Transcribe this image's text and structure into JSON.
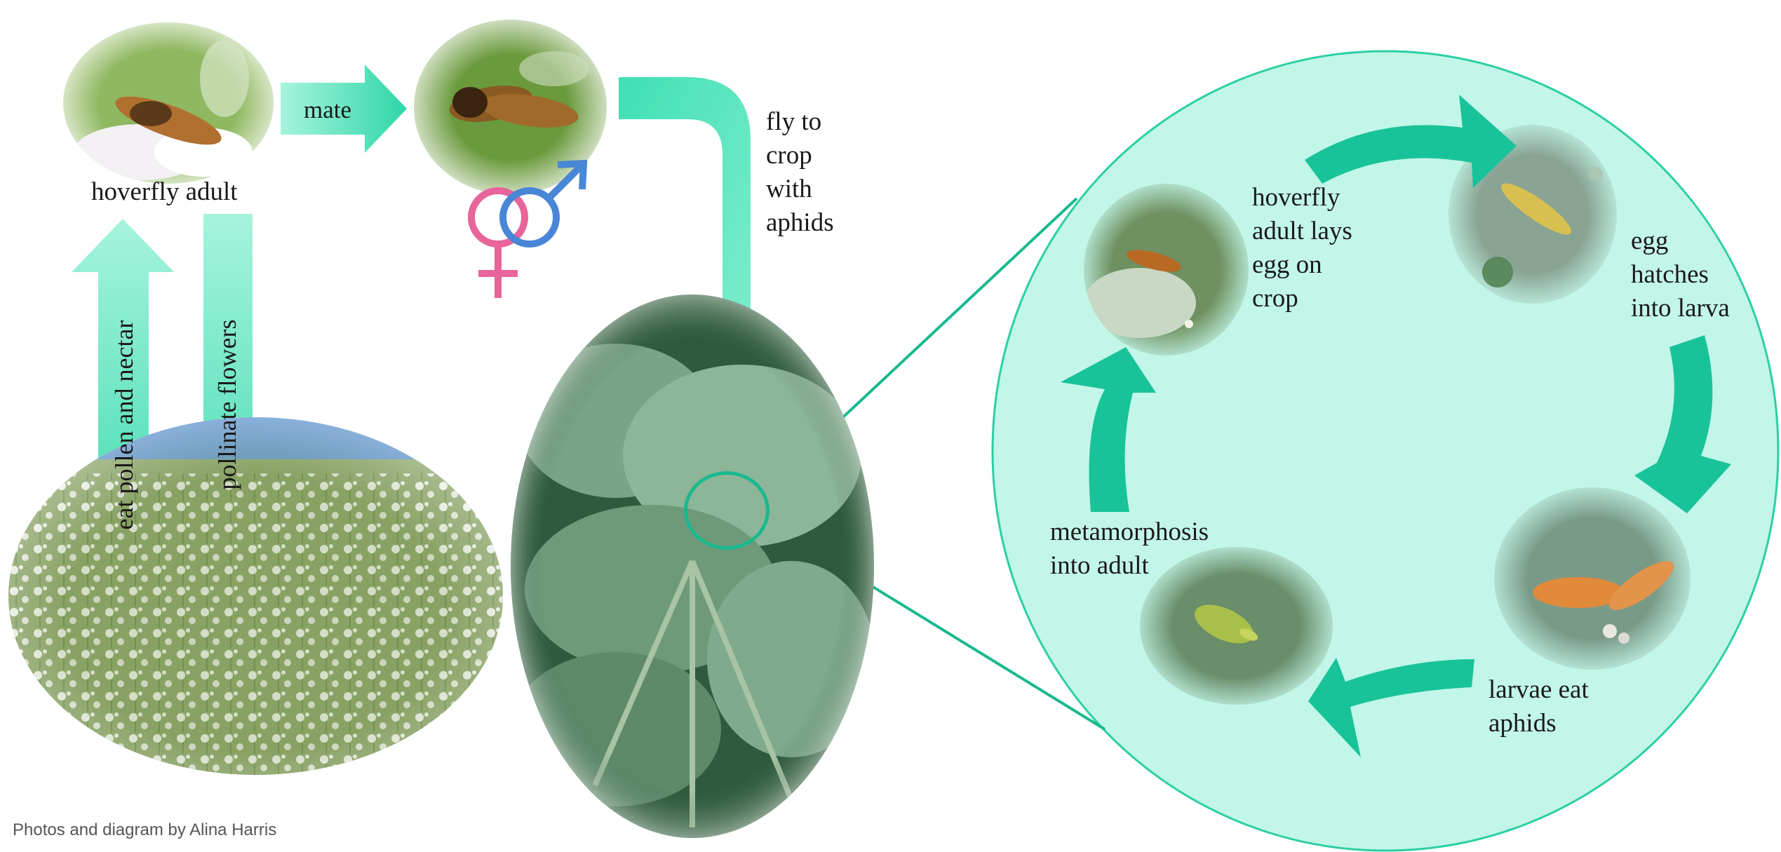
{
  "adult_label": "hoverfly adult",
  "mate_label": "mate",
  "fly_label": "fly to\ncrop\nwith\naphids",
  "eat_label": "eat pollen and nectar",
  "pollinate_label": "pollinate flowers",
  "cycle": {
    "lays_label": "hoverfly\nadult lays\negg on\ncrop",
    "hatch_label": "egg\nhatches\ninto larva",
    "larvae_label": "larvae eat\naphids",
    "meta_label": "metamorphosis\ninto adult"
  },
  "credit": "Photos and diagram by Alina Harris",
  "colors": {
    "arrow_gradient_light": "#a6f4dc",
    "arrow_gradient_dark": "#2fd6a8",
    "cycle_arrow": "#19c39a",
    "cycle_circle_fill": "#c2f6e8",
    "cycle_circle_stroke": "#2ccfa4",
    "female_symbol": "#e8649a",
    "male_symbol": "#4a86d6"
  },
  "icons": [
    "female-symbol-icon",
    "male-symbol-icon"
  ]
}
